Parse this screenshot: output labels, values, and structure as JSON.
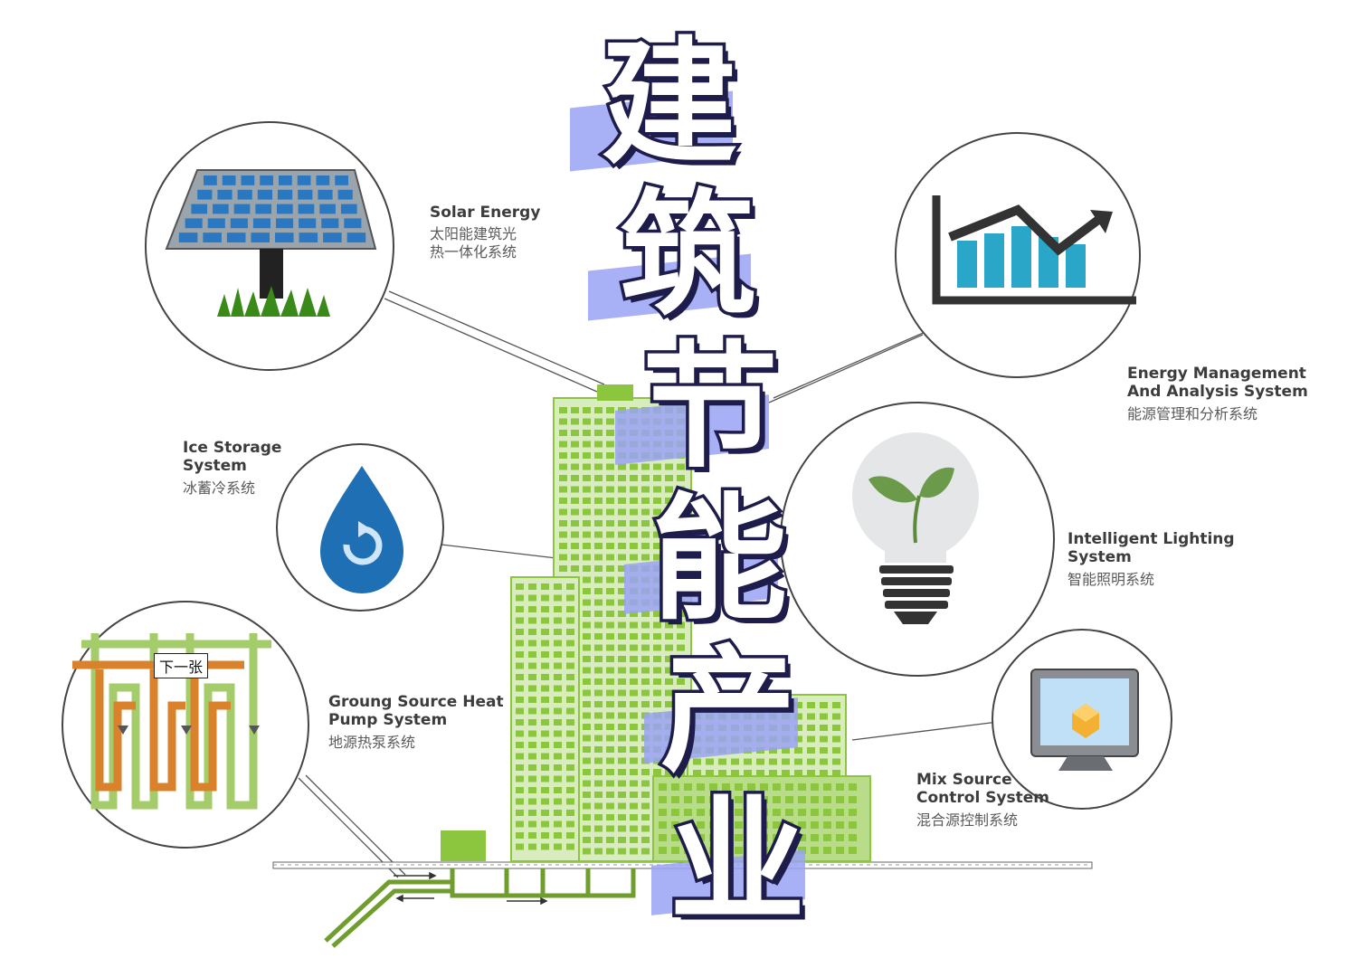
{
  "title": {
    "chars": [
      "建",
      "筑",
      "节",
      "能",
      "产",
      "业"
    ]
  },
  "systems": [
    {
      "id": "solar",
      "name_en": "Solar Energy",
      "name_cn": "太阳能建筑光\n热一体化系统",
      "icon": "solar-panel-icon"
    },
    {
      "id": "energy-mgmt",
      "name_en": "Energy Management\nAnd Analysis System",
      "name_cn": "能源管理和分析系统",
      "icon": "bar-chart-trend-icon"
    },
    {
      "id": "ice-storage",
      "name_en": "Ice Storage\nSystem",
      "name_cn": "冰蓄冷系统",
      "icon": "water-drop-icon"
    },
    {
      "id": "lighting",
      "name_en": "Intelligent Lighting\nSystem",
      "name_cn": "智能照明系统",
      "icon": "light-bulb-leaf-icon"
    },
    {
      "id": "ground-source",
      "name_en": "Groung Source Heat\nPump System",
      "name_cn": "地源热泵系统",
      "icon": "pipe-loop-icon"
    },
    {
      "id": "mix-source",
      "name_en": "Mix Source\nControl System",
      "name_cn": "混合源控制系统",
      "icon": "monitor-icon"
    }
  ],
  "next_button": {
    "label": "下一张"
  },
  "colors": {
    "building": "#8cc63f",
    "building_dark": "#6f9e2e",
    "pipe_orange": "#d9822b",
    "title_fill": "#ffffff",
    "title_outline": "#1e1c4a",
    "title_highlight": "#9aa3f5",
    "drop_blue": "#1f6fb5",
    "chart_blue": "#2aa6c9"
  }
}
